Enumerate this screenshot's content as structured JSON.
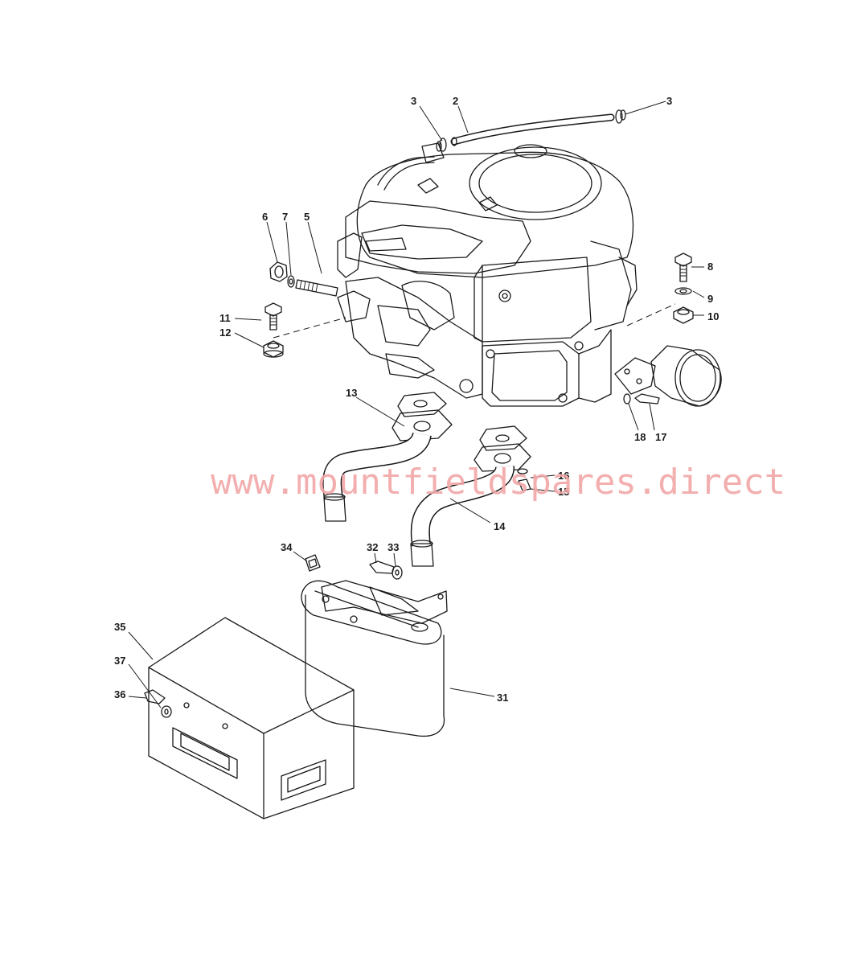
{
  "watermark": "www.mountfieldspares.direct",
  "callouts": {
    "c2": "2",
    "c3a": "3",
    "c3b": "3",
    "c5": "5",
    "c6": "6",
    "c7": "7",
    "c8": "8",
    "c9": "9",
    "c10": "10",
    "c11": "11",
    "c12": "12",
    "c13": "13",
    "c14": "14",
    "c15": "15",
    "c16": "16",
    "c17": "17",
    "c18": "18",
    "c31": "31",
    "c32": "32",
    "c33": "33",
    "c34": "34",
    "c35": "35",
    "c36": "36",
    "c37": "37"
  },
  "colors": {
    "line": "#1a1a1a",
    "watermark": "#f2a7a7",
    "background": "#ffffff"
  }
}
